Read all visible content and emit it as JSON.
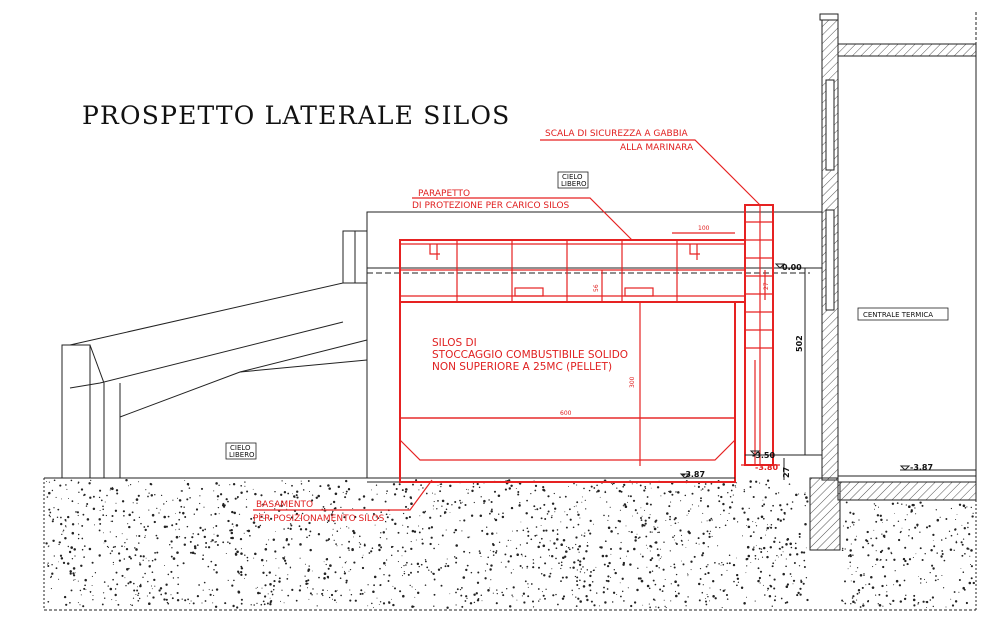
{
  "title": "PROSPETTO LATERALE SILOS",
  "labels": {
    "scala_line1": "SCALA DI SICUREZZA A GABBIA",
    "scala_line2": "ALLA MARINARA",
    "parapetto_line1": "PARAPETTO",
    "parapetto_line2": "DI PROTEZIONE PER CARICO SILOS",
    "cielo_libero_top_1": "CIELO",
    "cielo_libero_top_2": "LIBERO",
    "cielo_libero_left_1": "CIELO",
    "cielo_libero_left_2": "LIBERO",
    "silos_line1": "SILOS DI",
    "silos_line2": "STOCCAGGIO COMBUSTIBILE SOLIDO",
    "silos_line3": "NON SUPERIORE A 25MC (PELLET)",
    "basamento_line1": "BASAMENTO",
    "basamento_line2": "PER POSIZIONAMENTO SILOS",
    "centrale_termica": "CENTRALE TERMICA"
  },
  "dimensions": {
    "d100": "100",
    "d56": "56",
    "d27_top": "27",
    "d300": "300",
    "d600": "600",
    "d502": "502",
    "d27_bottom": "27"
  },
  "elevations": {
    "e000": "0.00",
    "e350": "-3.50",
    "e380": "-3.80",
    "e387_left": "-3.87",
    "e387_right": "-3.87"
  },
  "colors": {
    "line": "#222222",
    "annotation_red": "#e62222",
    "hatch": "#555555"
  }
}
